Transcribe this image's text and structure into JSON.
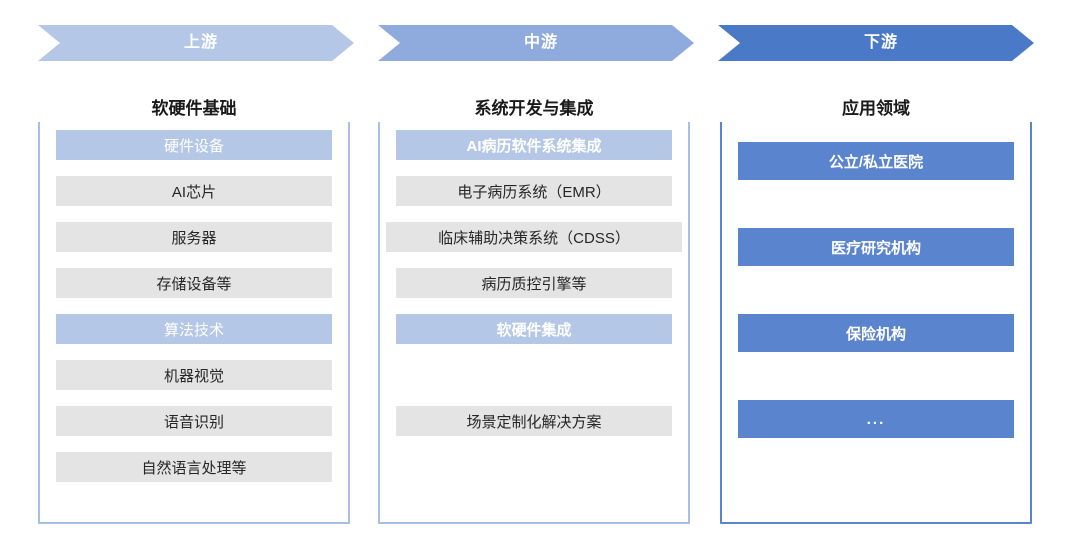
{
  "chevrons": [
    {
      "label": "上游",
      "color": "#b4c7e7"
    },
    {
      "label": "中游",
      "color": "#8faadc"
    },
    {
      "label": "下游",
      "color": "#4a7ac7"
    }
  ],
  "columns": [
    {
      "title": "软硬件基础",
      "frame_color": "#a8bfe3",
      "items": [
        {
          "label": "硬件设备",
          "style": "accent-light"
        },
        {
          "label": "AI芯片",
          "style": "gray"
        },
        {
          "label": "服务器",
          "style": "gray"
        },
        {
          "label": "存储设备等",
          "style": "gray"
        },
        {
          "label": "算法技术",
          "style": "accent-light"
        },
        {
          "label": "机器视觉",
          "style": "gray"
        },
        {
          "label": "语音识别",
          "style": "gray"
        },
        {
          "label": "自然语言处理等",
          "style": "gray"
        }
      ]
    },
    {
      "title": "系统开发与集成",
      "frame_color": "#a8bfe3",
      "items": [
        {
          "label": "AI病历软件系统集成",
          "style": "accent-light-bold"
        },
        {
          "label": "电子病历系统（EMR）",
          "style": "gray"
        },
        {
          "label": "临床辅助决策系统（CDSS）",
          "style": "gray-wide"
        },
        {
          "label": "病历质控引擎等",
          "style": "gray"
        },
        {
          "label": "软硬件集成",
          "style": "accent-light-bold"
        },
        {
          "label": "",
          "style": "gap"
        },
        {
          "label": "场景定制化解决方案",
          "style": "gray"
        }
      ]
    },
    {
      "title": "应用领域",
      "frame_color": "#5b84ce",
      "items": [
        {
          "label": "公立/私立医院",
          "style": "accent-mid"
        },
        {
          "label": "医疗研究机构",
          "style": "accent-mid"
        },
        {
          "label": "保险机构",
          "style": "accent-mid"
        },
        {
          "label": "...",
          "style": "accent-mid-dots"
        }
      ]
    }
  ]
}
